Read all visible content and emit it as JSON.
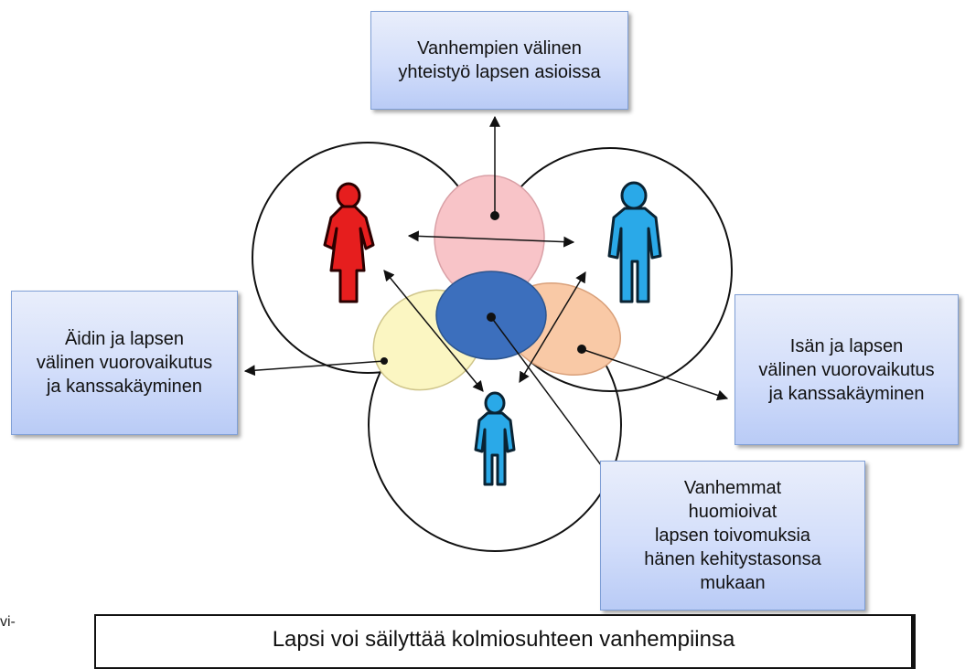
{
  "boxes": {
    "top": [
      "Vanhempien välinen",
      "yhteistyö lapsen asioissa"
    ],
    "left": [
      "Äidin ja lapsen",
      "välinen vuorovaikutus",
      "ja kanssakäyminen"
    ],
    "right": [
      "Isän ja lapsen",
      "välinen vuorovaikutus",
      "ja kanssakäyminen"
    ],
    "bottom": [
      "Vanhemmat",
      "huomioivat",
      "lapsen toivomuksia",
      "hänen kehitystasonsa",
      "mukaan"
    ]
  },
  "caption": "Lapsi voi säilyttää kolmiosuhteen vanhempiinsa",
  "side_fragment": "vi-",
  "colors": {
    "mother": "#e61e1e",
    "father": "#2aa9e8",
    "child": "#2aa9e8",
    "shared_ellipse": "#f8c4c8",
    "mother_child_ellipse": "#fbf6c2",
    "father_child_ellipse": "#f9c9a6",
    "center_ellipse": "#3c6fbd",
    "box_fill": "#d3defa",
    "box_border": "#7f9fd6"
  },
  "icons": {
    "mother": "woman-figure-icon",
    "father": "man-figure-icon",
    "child": "child-figure-icon"
  }
}
